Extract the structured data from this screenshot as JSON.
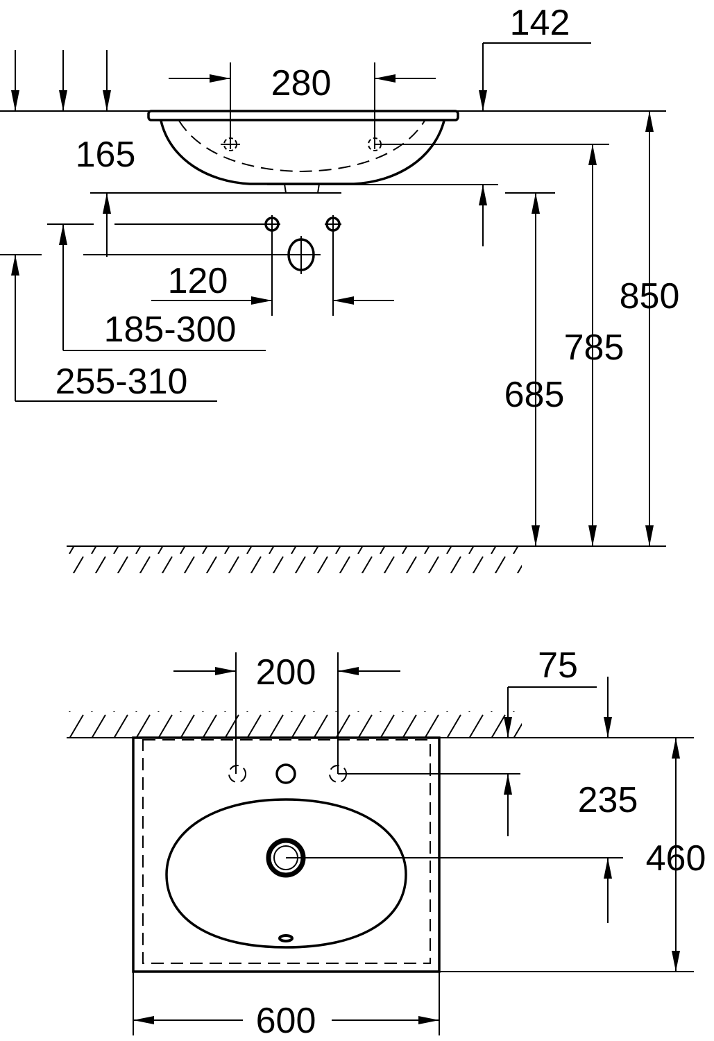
{
  "drawing": {
    "side_view": {
      "dims": {
        "tap_offset": "142",
        "tap_hole_spacing": "280",
        "basin_depth": "165",
        "wall_connection_spacing": "120",
        "supply_height_range": "185-300",
        "waste_height_range": "255-310",
        "overall_height": "850",
        "tap_hole_height": "785",
        "basin_bottom_height": "685"
      }
    },
    "top_view": {
      "dims": {
        "tap_hole_spacing": "200",
        "wall_to_tap_offset": "75",
        "tap_to_drain": "235",
        "depth": "460",
        "width": "600"
      }
    },
    "line_color": "#000000",
    "background_color": "#ffffff"
  }
}
